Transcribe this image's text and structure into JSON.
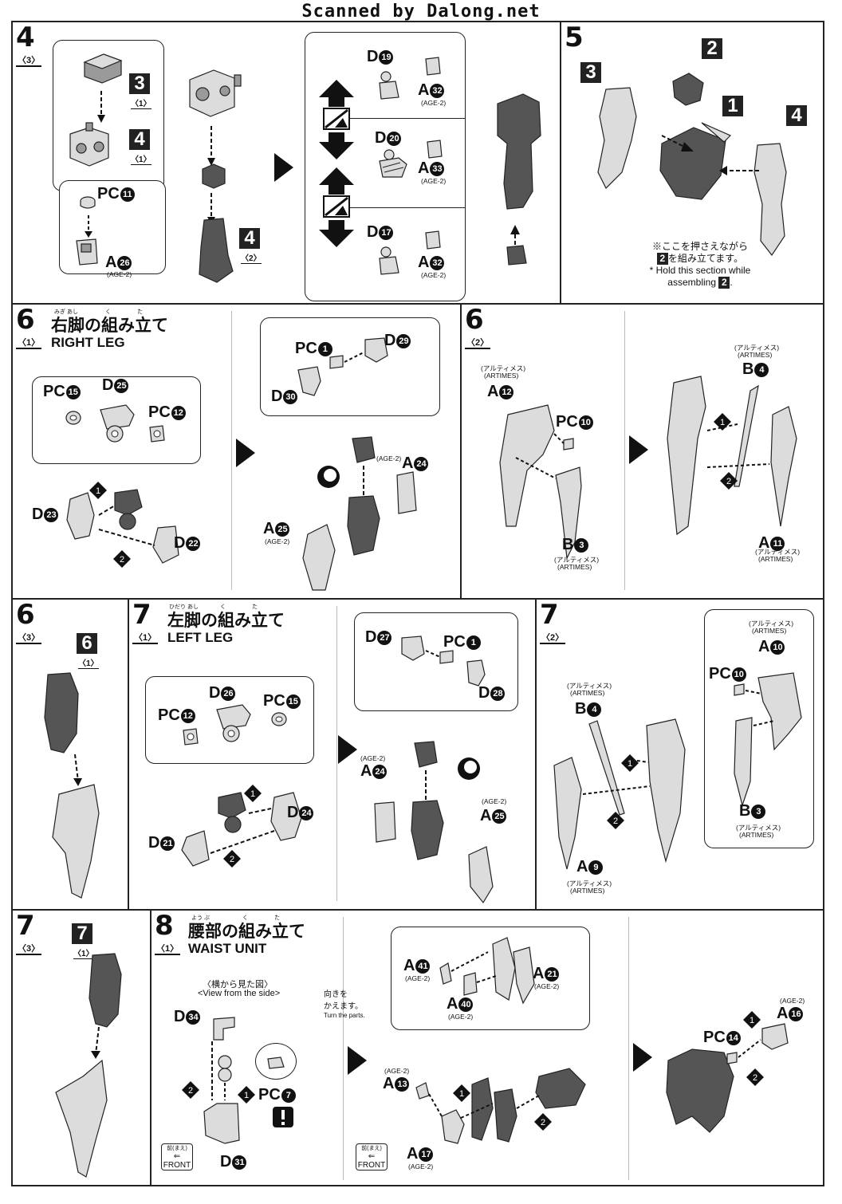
{
  "scan_credit": "Scanned by Dalong.net",
  "steps": {
    "s4": {
      "num": "4",
      "sub": "3"
    },
    "s5": {
      "num": "5",
      "note_jp_1": "※ここを押さえながら",
      "note_jp_2": "を組み立てます。",
      "note_en_1": "* Hold this section while",
      "note_en_2": "assembling",
      "note_box": "2",
      "note_end": "."
    },
    "s6_1": {
      "num": "6",
      "sub": "1",
      "title_jp": "右脚の組み立て",
      "title_en": "RIGHT LEG",
      "furi_1": "みぎ あし",
      "furi_2": "く",
      "furi_3": "た"
    },
    "s6_2": {
      "num": "6",
      "sub": "2"
    },
    "s6_3": {
      "num": "6",
      "sub": "3"
    },
    "s7_1": {
      "num": "7",
      "sub": "1",
      "title_jp": "左脚の組み立て",
      "title_en": "LEFT LEG",
      "furi_1": "ひだり あし",
      "furi_2": "く",
      "furi_3": "た"
    },
    "s7_2": {
      "num": "7",
      "sub": "2"
    },
    "s7_3": {
      "num": "7",
      "sub": "3"
    },
    "s8_1": {
      "num": "8",
      "sub": "1",
      "title_jp": "腰部の組み立て",
      "title_en": "WAIST UNIT",
      "furi_1": "よう ぶ",
      "furi_2": "く",
      "furi_3": "た"
    }
  },
  "labels": {
    "age2": "(AGE-2)",
    "artimes_jp": "(アルティメス)",
    "artimes_en": "(ARTIMES)",
    "view_side_jp": "〈横から見た図〉",
    "view_side_en": "<View from the side>",
    "turn_jp_1": "向きを",
    "turn_jp_2": "かえます。",
    "turn_en": "Turn the parts.",
    "front_jp": "前(まえ)",
    "front_en": "FRONT"
  },
  "parts": {
    "s4_box3": "3",
    "s4_box3_sub": "1",
    "s4_box4": "4",
    "s4_box4_sub": "1",
    "s4_box4b": "4",
    "s4_box4b_sub": "2",
    "pc11": "PC",
    "pc11_n": "11",
    "a26": "A",
    "a26_n": "26",
    "d19": "D",
    "d19_n": "19",
    "a32": "A",
    "a32_n": "32",
    "d20": "D",
    "d20_n": "20",
    "a33": "A",
    "a33_n": "33",
    "d17": "D",
    "d17_n": "17",
    "a32b": "A",
    "a32b_n": "32",
    "s5_b1": "1",
    "s5_b2": "2",
    "s5_b3": "3",
    "s5_b4": "4",
    "pc15": "PC",
    "pc15_n": "15",
    "d25": "D",
    "d25_n": "25",
    "pc12": "PC",
    "pc12_n": "12",
    "d23": "D",
    "d23_n": "23",
    "d22": "D",
    "d22_n": "22",
    "pc1": "PC",
    "pc1_n": "1",
    "d29": "D",
    "d29_n": "29",
    "d30": "D",
    "d30_n": "30",
    "a24": "A",
    "a24_n": "24",
    "a25": "A",
    "a25_n": "25",
    "a12": "A",
    "a12_n": "12",
    "pc10": "PC",
    "pc10_n": "10",
    "b3": "B",
    "b3_n": "3",
    "b4": "B",
    "b4_n": "4",
    "a11": "A",
    "a11_n": "11",
    "s63_box6": "6",
    "s63_box6_sub": "1",
    "pc12b": "PC",
    "pc12b_n": "12",
    "d26": "D",
    "d26_n": "26",
    "pc15b": "PC",
    "pc15b_n": "15",
    "d24": "D",
    "d24_n": "24",
    "d21": "D",
    "d21_n": "21",
    "d27": "D",
    "d27_n": "27",
    "pc1b": "PC",
    "pc1b_n": "1",
    "d28": "D",
    "d28_n": "28",
    "a24b": "A",
    "a24b_n": "24",
    "a25b": "A",
    "a25b_n": "25",
    "a10": "A",
    "a10_n": "10",
    "pc10b": "PC",
    "pc10b_n": "10",
    "b4b": "B",
    "b4b_n": "4",
    "b3b": "B",
    "b3b_n": "3",
    "a9": "A",
    "a9_n": "9",
    "s73_box7": "7",
    "s73_box7_sub": "1",
    "d34": "D",
    "d34_n": "34",
    "pc7": "PC",
    "pc7_n": "7",
    "d31": "D",
    "d31_n": "31",
    "a41": "A",
    "a41_n": "41",
    "a21": "A",
    "a21_n": "21",
    "a40": "A",
    "a40_n": "40",
    "a13": "A",
    "a13_n": "13",
    "a17": "A",
    "a17_n": "17",
    "pc14": "PC",
    "pc14_n": "14",
    "a16": "A",
    "a16_n": "16"
  },
  "order_marks": [
    "1",
    "2"
  ],
  "colors": {
    "ink": "#111111",
    "part_fill": "#9a9a9a",
    "part_dark": "#555555"
  }
}
